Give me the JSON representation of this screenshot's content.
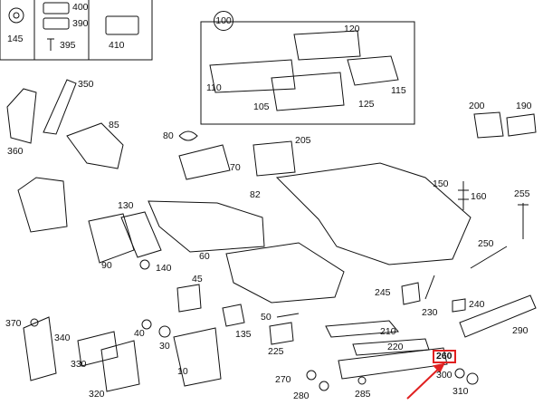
{
  "diagram": {
    "highlight_color": "#e02020",
    "highlighted_part": "260",
    "group_label": "100",
    "callouts": [
      {
        "id": "145",
        "text": "145"
      },
      {
        "id": "400",
        "text": "400"
      },
      {
        "id": "390",
        "text": "390"
      },
      {
        "id": "395",
        "text": "395"
      },
      {
        "id": "410",
        "text": "410"
      },
      {
        "id": "120",
        "text": "120"
      },
      {
        "id": "110",
        "text": "110"
      },
      {
        "id": "115",
        "text": "115"
      },
      {
        "id": "105",
        "text": "105"
      },
      {
        "id": "125",
        "text": "125"
      },
      {
        "id": "350",
        "text": "350"
      },
      {
        "id": "85",
        "text": "85"
      },
      {
        "id": "360",
        "text": "360"
      },
      {
        "id": "80",
        "text": "80"
      },
      {
        "id": "205",
        "text": "205"
      },
      {
        "id": "200",
        "text": "200"
      },
      {
        "id": "190",
        "text": "190"
      },
      {
        "id": "70",
        "text": "70"
      },
      {
        "id": "82",
        "text": "82"
      },
      {
        "id": "150",
        "text": "150"
      },
      {
        "id": "160",
        "text": "160"
      },
      {
        "id": "255",
        "text": "255"
      },
      {
        "id": "130",
        "text": "130"
      },
      {
        "id": "90",
        "text": "90"
      },
      {
        "id": "140",
        "text": "140"
      },
      {
        "id": "60",
        "text": "60"
      },
      {
        "id": "250",
        "text": "250"
      },
      {
        "id": "45",
        "text": "45"
      },
      {
        "id": "245",
        "text": "245"
      },
      {
        "id": "240",
        "text": "240"
      },
      {
        "id": "230",
        "text": "230"
      },
      {
        "id": "290",
        "text": "290"
      },
      {
        "id": "50",
        "text": "50"
      },
      {
        "id": "370",
        "text": "370"
      },
      {
        "id": "340",
        "text": "340"
      },
      {
        "id": "40",
        "text": "40"
      },
      {
        "id": "30",
        "text": "30"
      },
      {
        "id": "135",
        "text": "135"
      },
      {
        "id": "225",
        "text": "225"
      },
      {
        "id": "210",
        "text": "210"
      },
      {
        "id": "220",
        "text": "220"
      },
      {
        "id": "330",
        "text": "330"
      },
      {
        "id": "10",
        "text": "10"
      },
      {
        "id": "260",
        "text": "260"
      },
      {
        "id": "300",
        "text": "300"
      },
      {
        "id": "270",
        "text": "270"
      },
      {
        "id": "280",
        "text": "280"
      },
      {
        "id": "285",
        "text": "285"
      },
      {
        "id": "310",
        "text": "310"
      },
      {
        "id": "320",
        "text": "320"
      }
    ]
  }
}
